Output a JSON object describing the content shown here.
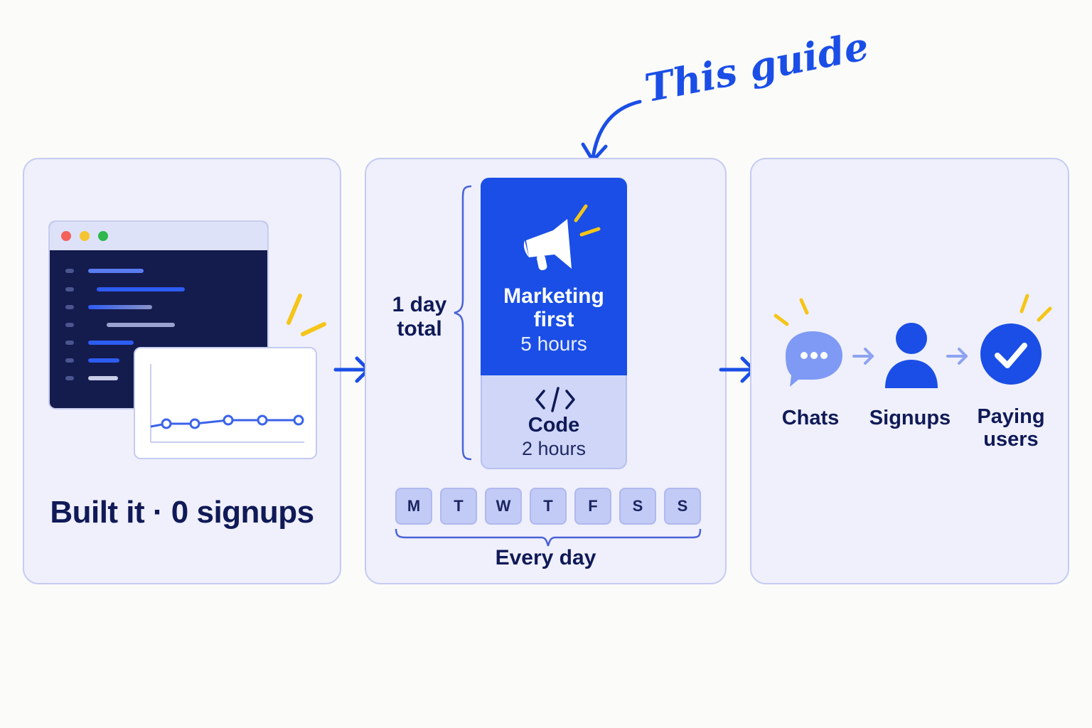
{
  "annotation": {
    "text": "This guide"
  },
  "left_panel": {
    "caption": "Built it · 0 signups",
    "window_dots": [
      "#f2625a",
      "#f5c431",
      "#2fb84c"
    ]
  },
  "middle_panel": {
    "total": {
      "line1": "1 day",
      "line2": "total"
    },
    "marketing": {
      "title_line1": "Marketing",
      "title_line2": "first",
      "hours": "5 hours",
      "icon": "megaphone-icon"
    },
    "code": {
      "title": "Code",
      "hours": "2 hours",
      "icon": "code-icon"
    },
    "days": [
      "M",
      "T",
      "W",
      "T",
      "F",
      "S",
      "S"
    ],
    "days_caption": "Every day"
  },
  "right_panel": {
    "stages": [
      {
        "label_line1": "Chats",
        "label_line2": "",
        "icon": "chat-bubble-icon"
      },
      {
        "label_line1": "Signups",
        "label_line2": "",
        "icon": "user-icon"
      },
      {
        "label_line1": "Paying",
        "label_line2": "users",
        "icon": "check-circle-icon"
      }
    ]
  },
  "colors": {
    "accent": "#1a4ee6",
    "spark": "#f5c518",
    "panel_bg": "#eff0fc",
    "panel_border": "#c5cbf1",
    "text": "#101a57"
  }
}
